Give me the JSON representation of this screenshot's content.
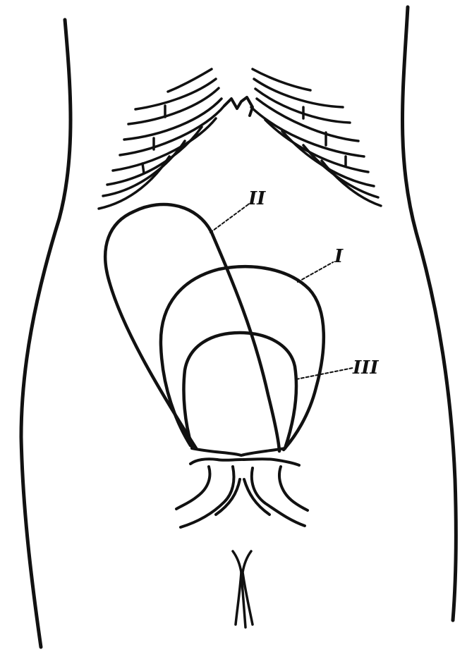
{
  "figure": {
    "labels": {
      "curve_one": "I",
      "curve_two": "II",
      "curve_three": "III"
    },
    "colors": {
      "ink": "#111111",
      "background": "#ffffff"
    }
  }
}
